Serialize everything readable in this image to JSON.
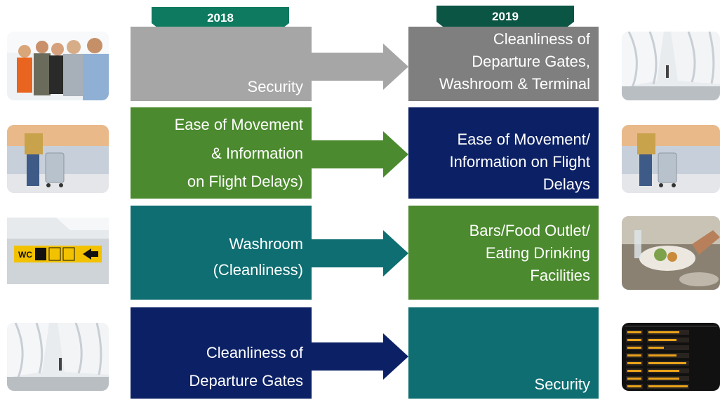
{
  "headers": {
    "year_left": "2018",
    "year_right": "2019"
  },
  "colors": {
    "gray": "#a6a6a6",
    "gray_dark": "#7f7f7f",
    "green": "#4b8a2e",
    "teal": "#0e6e72",
    "navy": "#0c2165",
    "tab_left": "#0e7a5f",
    "tab_right": "#0b5544"
  },
  "rows": [
    {
      "left": "Security",
      "right": "Cleanliness of\nDeparture Gates,\nWashroom & Terminal",
      "left_icon": "people-group-photo",
      "right_icon": "terminal-hall-photo"
    },
    {
      "left": "Ease of Movement\n& Information\non Flight Delays)",
      "right": "Ease of Movement/\nInformation on Flight\nDelays",
      "left_icon": "traveler-luggage-photo",
      "right_icon": "traveler-luggage-photo"
    },
    {
      "left": "Washroom\n(Cleanliness)",
      "right": "Bars/Food Outlet/\nEating Drinking\nFacilities",
      "left_icon": "wc-sign-photo",
      "right_icon": "food-dining-photo"
    },
    {
      "left": "Cleanliness of\nDeparture Gates",
      "right": "Security",
      "left_icon": "terminal-hall-photo",
      "right_icon": "departure-board-photo"
    }
  ]
}
